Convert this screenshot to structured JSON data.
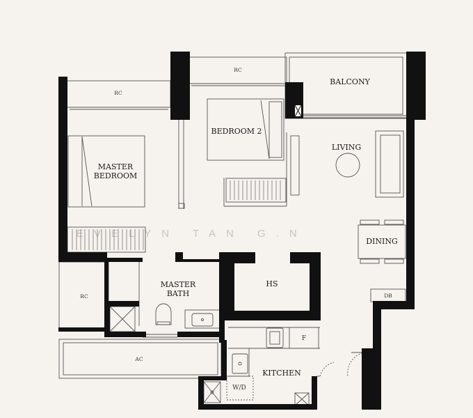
{
  "rooms": {
    "balcony": "BALCONY",
    "bedroom2": "BEDROOM 2",
    "living": "LIVING",
    "master_bedroom_line1": "MASTER",
    "master_bedroom_line2": "BEDROOM",
    "dining": "DINING",
    "master_bath_line1": "MASTER",
    "master_bath_line2": "BATH",
    "hs": "HS",
    "kitchen": "KITCHEN"
  },
  "fixtures": {
    "rc_top_middle": "RC",
    "rc_top_left": "RC",
    "rc_left": "RC",
    "ac": "AC",
    "db": "DB",
    "fridge": "F",
    "washer_dryer": "W/D"
  },
  "watermark": "EVELYN TAN G.N",
  "colors": {
    "background": "#f6f2ee",
    "wall": "#111111",
    "line": "#555555",
    "text": "#1a1a1a"
  }
}
